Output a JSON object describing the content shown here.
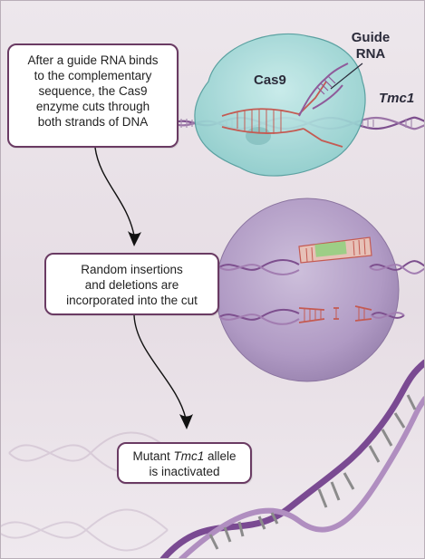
{
  "callouts": {
    "cut": [
      "After a guide RNA binds",
      "to the complementary",
      "sequence, the Cas9",
      "enzyme cuts through",
      "both strands of DNA"
    ],
    "indels": [
      "Random insertions",
      "and deletions are",
      "incorporated into the cut"
    ],
    "mutant": {
      "prefix": "Mutant ",
      "gene": "Tmc1",
      "suffix": " allele",
      "line2": "is inactivated"
    }
  },
  "labels": {
    "cas9": "Cas9",
    "guide_rna": [
      "Guide",
      "RNA"
    ],
    "tmc1": "Tmc1"
  },
  "colors": {
    "cas9": "#9fd9d8",
    "dna_purple": "#7d4f8e",
    "dna_red": "#c45a52",
    "insertion_green": "#8fd07e",
    "circle": "#b7a4c8",
    "callout_border": "#6a3b63"
  }
}
